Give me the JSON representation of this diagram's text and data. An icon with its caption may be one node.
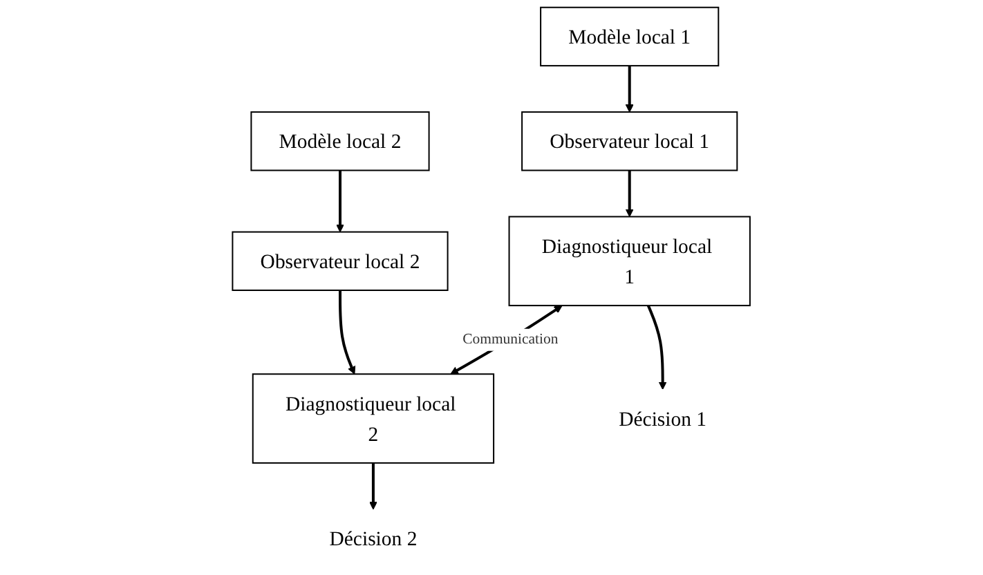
{
  "diagram": {
    "nodes": [
      {
        "text": [
          "Modèle local 1"
        ]
      },
      {
        "text": [
          "Modèle local 2"
        ]
      },
      {
        "text": [
          "Observateur local 1"
        ]
      },
      {
        "text": [
          "Observateur local 2"
        ]
      },
      {
        "text": [
          "Diagnostiqueur local 1"
        ]
      },
      {
        "text": [
          "Diagnostiqueur local 2"
        ]
      },
      {
        "text": [
          "Décision 1"
        ]
      },
      {
        "text": [
          "Décision 2"
        ]
      }
    ],
    "edges": [
      {
        "from": 0,
        "to": 2,
        "arrow": "to"
      },
      {
        "from": 2,
        "to": 4,
        "arrow": "to"
      },
      {
        "from": 4,
        "to": 6,
        "arrow": "to"
      },
      {
        "from": 1,
        "to": 3,
        "arrow": "to"
      },
      {
        "from": 3,
        "to": 5,
        "arrow": "to"
      },
      {
        "from": 5,
        "to": 7,
        "arrow": "to"
      },
      {
        "from": 4,
        "to": 5,
        "arrow": "both",
        "label": "Communication"
      }
    ]
  }
}
